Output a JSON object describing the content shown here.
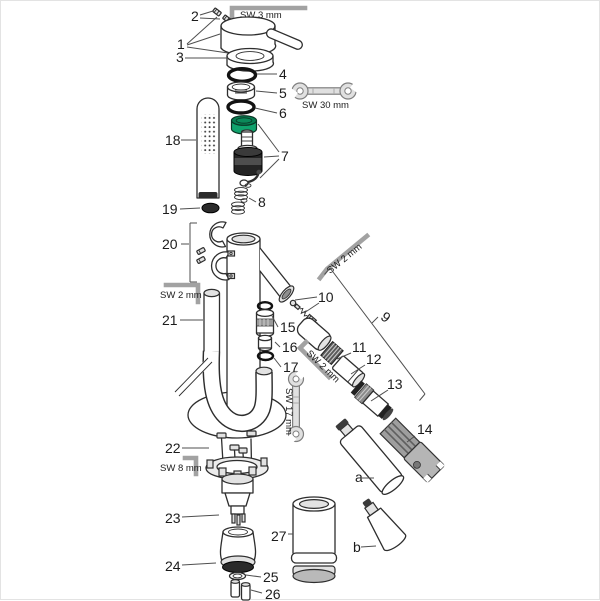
{
  "part_labels": {
    "1": "1",
    "2": "2",
    "3": "3",
    "4": "4",
    "5": "5",
    "6": "6",
    "7": "7",
    "8": "8",
    "9": "9",
    "10": "10",
    "11": "11",
    "12": "12",
    "13": "13",
    "14": "14",
    "15": "15",
    "16": "16",
    "17": "17",
    "18": "18",
    "19": "19",
    "20": "20",
    "21": "21",
    "22": "22",
    "23": "23",
    "24": "24",
    "25": "25",
    "26": "26",
    "27": "27",
    "a": "a",
    "b": "b"
  },
  "tool_labels": {
    "sw3": "SW 3 mm",
    "sw30": "SW 30 mm",
    "sw2_left": "SW 2 mm",
    "sw2_upper": "SW 2 mm",
    "sw2_lower": "SW 2 mm",
    "sw17": "SW 17 mm",
    "sw8": "SW 8 mm"
  },
  "colors": {
    "cap_top": "#067c50",
    "cap_body": "#10a36d",
    "cap_inner": "#0b8a5a",
    "line": "#2e2e2e",
    "tool_gray": "#a2a2a2"
  }
}
